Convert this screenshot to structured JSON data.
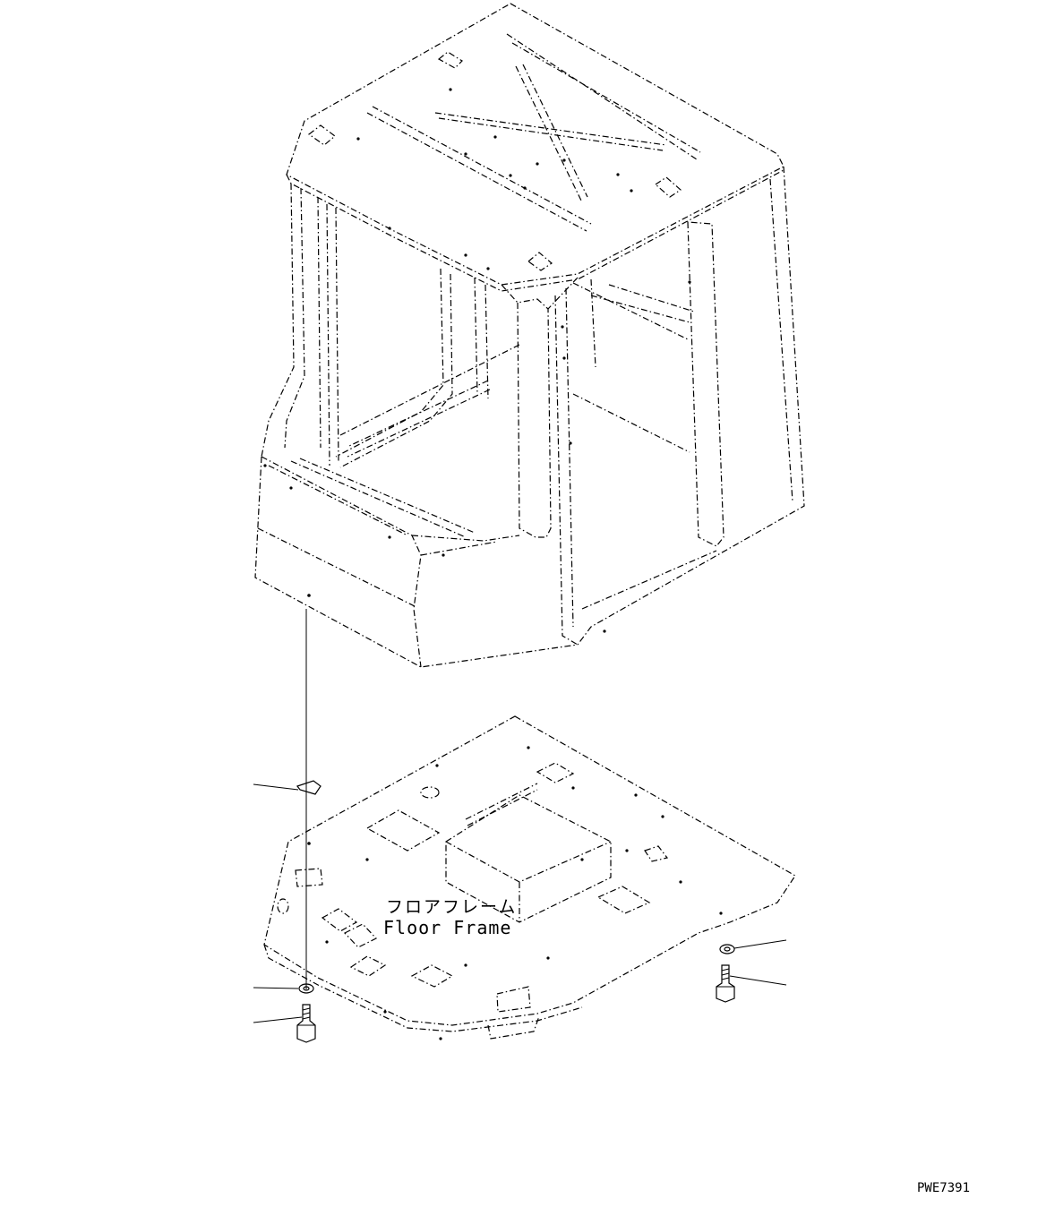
{
  "drawing": {
    "part_label_jp": "フロアフレーム",
    "part_label_en": "Floor Frame",
    "drawing_code": "PWE7391"
  }
}
